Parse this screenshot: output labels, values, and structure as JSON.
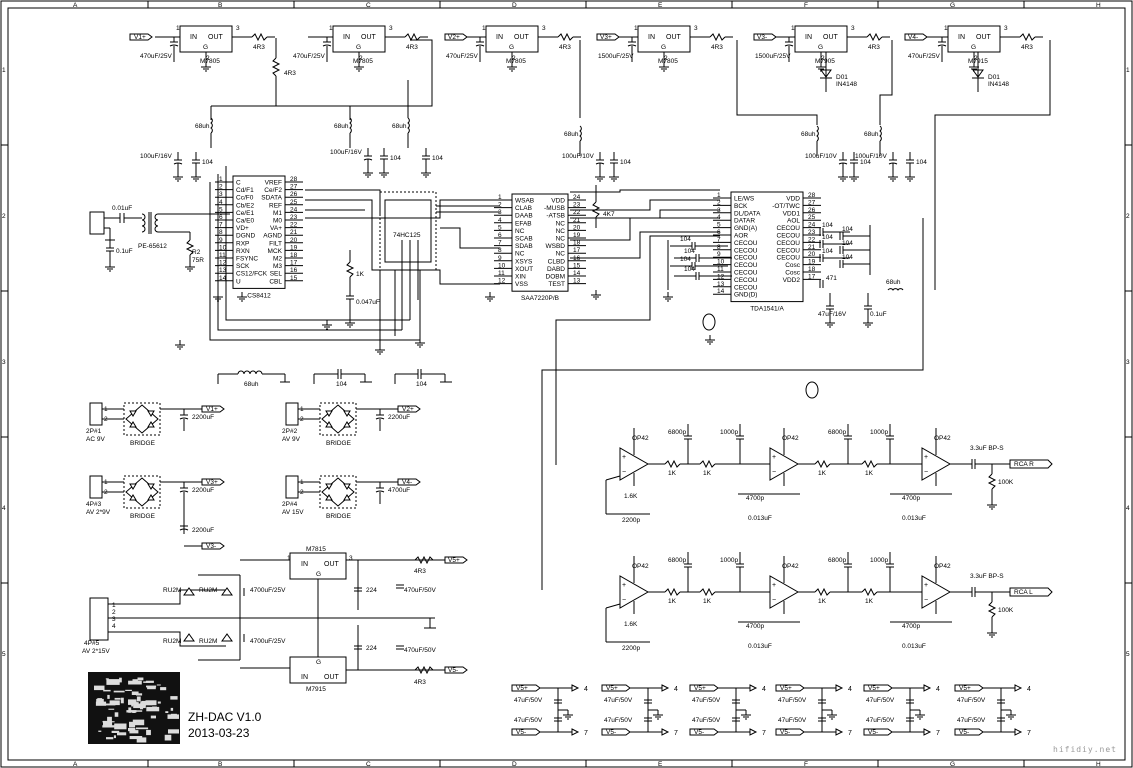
{
  "grid": {
    "columns": [
      "A",
      "B",
      "C",
      "D",
      "E",
      "F",
      "G",
      "H"
    ],
    "rows": [
      "1",
      "2",
      "3",
      "4",
      "5"
    ]
  },
  "regulators_top": [
    {
      "rail": "V1+",
      "cap": "470uF/25V",
      "part": "M7805",
      "res": "4R3"
    },
    {
      "rail": "",
      "cap": "470uF/25V",
      "part": "M7805",
      "res": "4R3"
    },
    {
      "rail": "V2+",
      "cap": "470uF/25V",
      "part": "M7805",
      "res": "4R3"
    },
    {
      "rail": "V3+",
      "cap": "1500uF/25V",
      "part": "M7805",
      "res": "4R3"
    },
    {
      "rail": "V3-",
      "cap": "1500uF/25V",
      "part": "M7905",
      "res": "4R3",
      "diode": "D01",
      "diode_part": "IN4148"
    },
    {
      "rail": "V4-",
      "cap": "470uF/25V",
      "part": "M7915",
      "res": "4R3",
      "diode": "D01",
      "diode_part": "IN4148"
    }
  ],
  "reg_pins": {
    "in": "IN",
    "out": "OUT",
    "g": "G"
  },
  "inductor": "68uh",
  "decoupling": {
    "cap_elec": "100uF/16V",
    "cap_elec2": "100uF/10V",
    "cap_104": "104"
  },
  "cs8412": {
    "name": "CS8412",
    "left_pins": [
      "C",
      "Cd/F1",
      "Cc/F0",
      "Cb/E2",
      "Ce/E1",
      "Ca/E0",
      "VD+",
      "DGND",
      "RXP",
      "RXN",
      "FSYNC",
      "SCK",
      "CS12/FCK",
      "U"
    ],
    "right_pins": [
      "VREF",
      "Ce/F2",
      "SDATA",
      "REF",
      "M1",
      "M0",
      "VA+",
      "AGND",
      "FILT",
      "MCK",
      "M2",
      "M3",
      "SEL",
      "CBL"
    ],
    "left_nums": [
      "1",
      "2",
      "3",
      "4",
      "5",
      "6",
      "7",
      "8",
      "9",
      "10",
      "11",
      "12",
      "13",
      "14"
    ],
    "right_nums": [
      "28",
      "27",
      "26",
      "25",
      "24",
      "23",
      "22",
      "21",
      "20",
      "19",
      "18",
      "17",
      "16",
      "15"
    ]
  },
  "input": {
    "cap": "0.01uF",
    "transformer": "PE-65612",
    "res": "R2",
    "res_val": "75R",
    "cap2": "0.1uF"
  },
  "hc125": {
    "name": "74HC125",
    "res": "1K",
    "cap": "0.047uF"
  },
  "saa7220": {
    "name": "SAA7220P/B",
    "left_pins": [
      "WSAB",
      "CLAB",
      "DAAB",
      "EFAB",
      "NC",
      "SCAB",
      "SDAB",
      "NC",
      "XSYS",
      "XOUT",
      "XIN",
      "VSS"
    ],
    "right_pins": [
      "VDD",
      "-MUSB",
      "-ATSB",
      "NC",
      "NC",
      "NC",
      "WSBD",
      "NC",
      "CLBD",
      "DABD",
      "DOBM",
      "TEST"
    ],
    "left_nums": [
      "1",
      "2",
      "3",
      "4",
      "5",
      "6",
      "7",
      "8",
      "9",
      "10",
      "11",
      "12"
    ],
    "right_nums": [
      "24",
      "23",
      "22",
      "21",
      "20",
      "19",
      "18",
      "17",
      "16",
      "15",
      "14",
      "13"
    ],
    "res": "4K7"
  },
  "tda1541": {
    "name": "TDA1541/A",
    "left_pins": [
      "LE/WS",
      "BCK",
      "DL/DATA",
      "DATAR",
      "GND(A)",
      "AOR",
      "CECOU",
      "CECOU",
      "CECOU",
      "CECOU",
      "CECOU",
      "CECOU",
      "CECOU",
      "GND(D)"
    ],
    "right_pins": [
      "VDD",
      "-OT/TWC",
      "VDD1",
      "AOL",
      "CECOU",
      "CECOU",
      "CECOU",
      "CECOU",
      "CECOU",
      "Cosc",
      "Cosc",
      "VDD2"
    ],
    "left_nums": [
      "1",
      "2",
      "3",
      "4",
      "5",
      "6",
      "7",
      "8",
      "9",
      "10",
      "11",
      "12",
      "13",
      "14"
    ],
    "right_nums": [
      "28",
      "27",
      "26",
      "25",
      "24",
      "23",
      "22",
      "21",
      "20",
      "19",
      "18",
      "17",
      "16",
      "15"
    ],
    "cap_471": "471",
    "cap_bottom1": "47uF/16V",
    "cap_bottom2": "0.1uF"
  },
  "legend": {
    "l1": "68uh",
    "l2": "104",
    "l3": "104"
  },
  "bridges": [
    {
      "conn": "2P#1",
      "ac": "AC 9V",
      "label": "BRIDGE",
      "cap": "2200uF",
      "rail": "V1+"
    },
    {
      "conn": "2P#2",
      "ac": "AV 9V",
      "label": "BRIDGE",
      "cap": "2200uF",
      "rail": "V2+"
    },
    {
      "conn": "4P#3",
      "ac": "AV 2*9V",
      "label": "BRIDGE",
      "cap": "2200uF",
      "cap2": "2200uF",
      "rail": "V3+",
      "rail2": "V3-"
    },
    {
      "conn": "2P#4",
      "ac": "AV 15V",
      "label": "BRIDGE",
      "cap": "4700uF",
      "rail": "V4-"
    }
  ],
  "psu15": {
    "conn": "4P#5",
    "ac": "AV 2*15V",
    "diode": "RU2M",
    "cap": "4700uF/25V",
    "cap224": "224",
    "cap_out": "470uF/50V",
    "reg_pos": "M7815",
    "reg_neg": "M7915",
    "res": "4R3",
    "rail_pos": "V5+",
    "rail_neg": "V5-"
  },
  "opamp": {
    "name": "OP42",
    "r1k": "1K",
    "r16k": "1.6K",
    "c6800": "6800p",
    "c1000": "1000p",
    "c2200": "2200p",
    "c4700": "4700p",
    "c013": "0.013uF",
    "cout": "3.3uF BP-S",
    "r100k": "100K",
    "out_r": "RCA R",
    "out_l": "RCA L"
  },
  "decap_row": {
    "vp": "V5+",
    "vm": "V5-",
    "cap": "47uF/50V",
    "n4": "4",
    "n7": "7"
  },
  "title": {
    "line1": "ZH-DAC V1.0",
    "line2": "2013-03-23"
  },
  "watermark": "hifidiy.net"
}
